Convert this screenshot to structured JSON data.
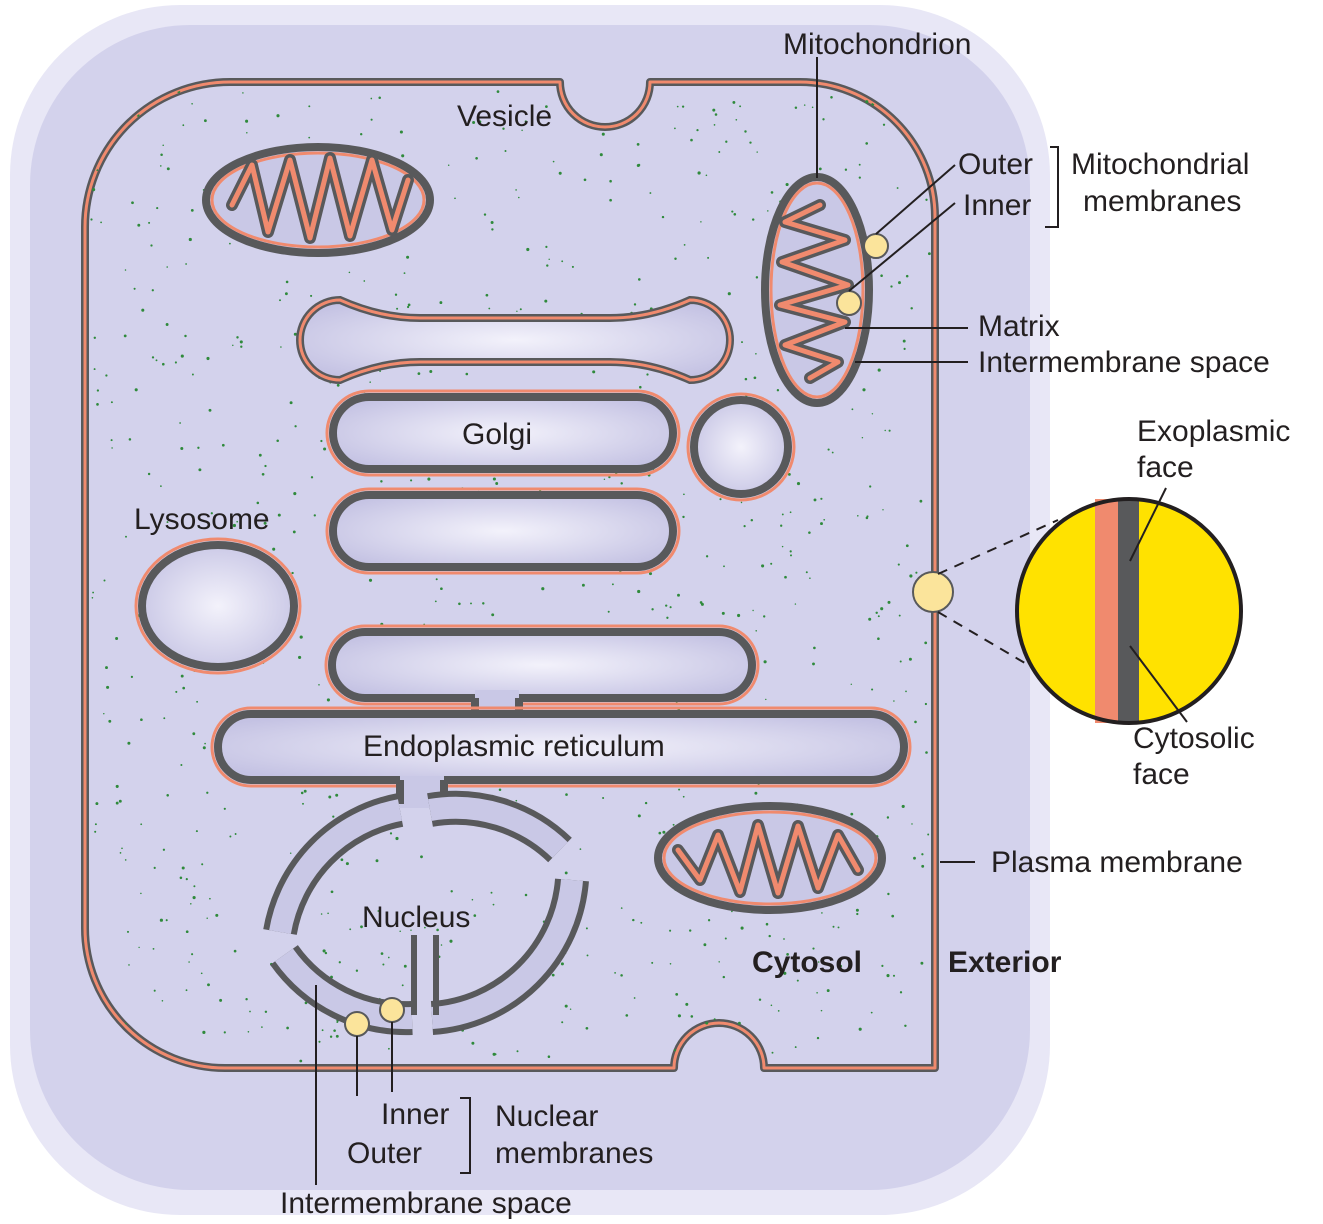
{
  "labels": {
    "mitochondrion": "Mitochondrion",
    "vesicle": "Vesicle",
    "outer_mito": "Outer",
    "inner_mito": "Inner",
    "mito_membranes_line1": "Mitochondrial",
    "mito_membranes_line2": "membranes",
    "matrix": "Matrix",
    "intermembrane_space_mito": "Intermembrane space",
    "golgi": "Golgi",
    "lysosome": "Lysosome",
    "exoplasmic_line1": "Exoplasmic",
    "exoplasmic_line2": "face",
    "cytosolic_line1": "Cytosolic",
    "cytosolic_line2": "face",
    "endoplasmic_reticulum": "Endoplasmic reticulum",
    "plasma_membrane": "Plasma membrane",
    "nucleus": "Nucleus",
    "cytosol": "Cytosol",
    "exterior": "Exterior",
    "inner_nuc": "Inner",
    "outer_nuc": "Outer",
    "nuclear_membranes_line1": "Nuclear",
    "nuclear_membranes_line2": "membranes",
    "intermembrane_space_nuc": "Intermembrane space"
  },
  "colors": {
    "membrane_dark": "#58595b",
    "membrane_pink": "#f08a6e",
    "lumen": "#c9c8e6",
    "lumen_light": "#ecebf8",
    "cytosol": "#fdfcf8",
    "exterior_glow": "#c5c3e6",
    "speckle": "#2f8a3c",
    "bilayer_yellow": "#ffe200",
    "highlight_circle": "#fbe49b"
  }
}
